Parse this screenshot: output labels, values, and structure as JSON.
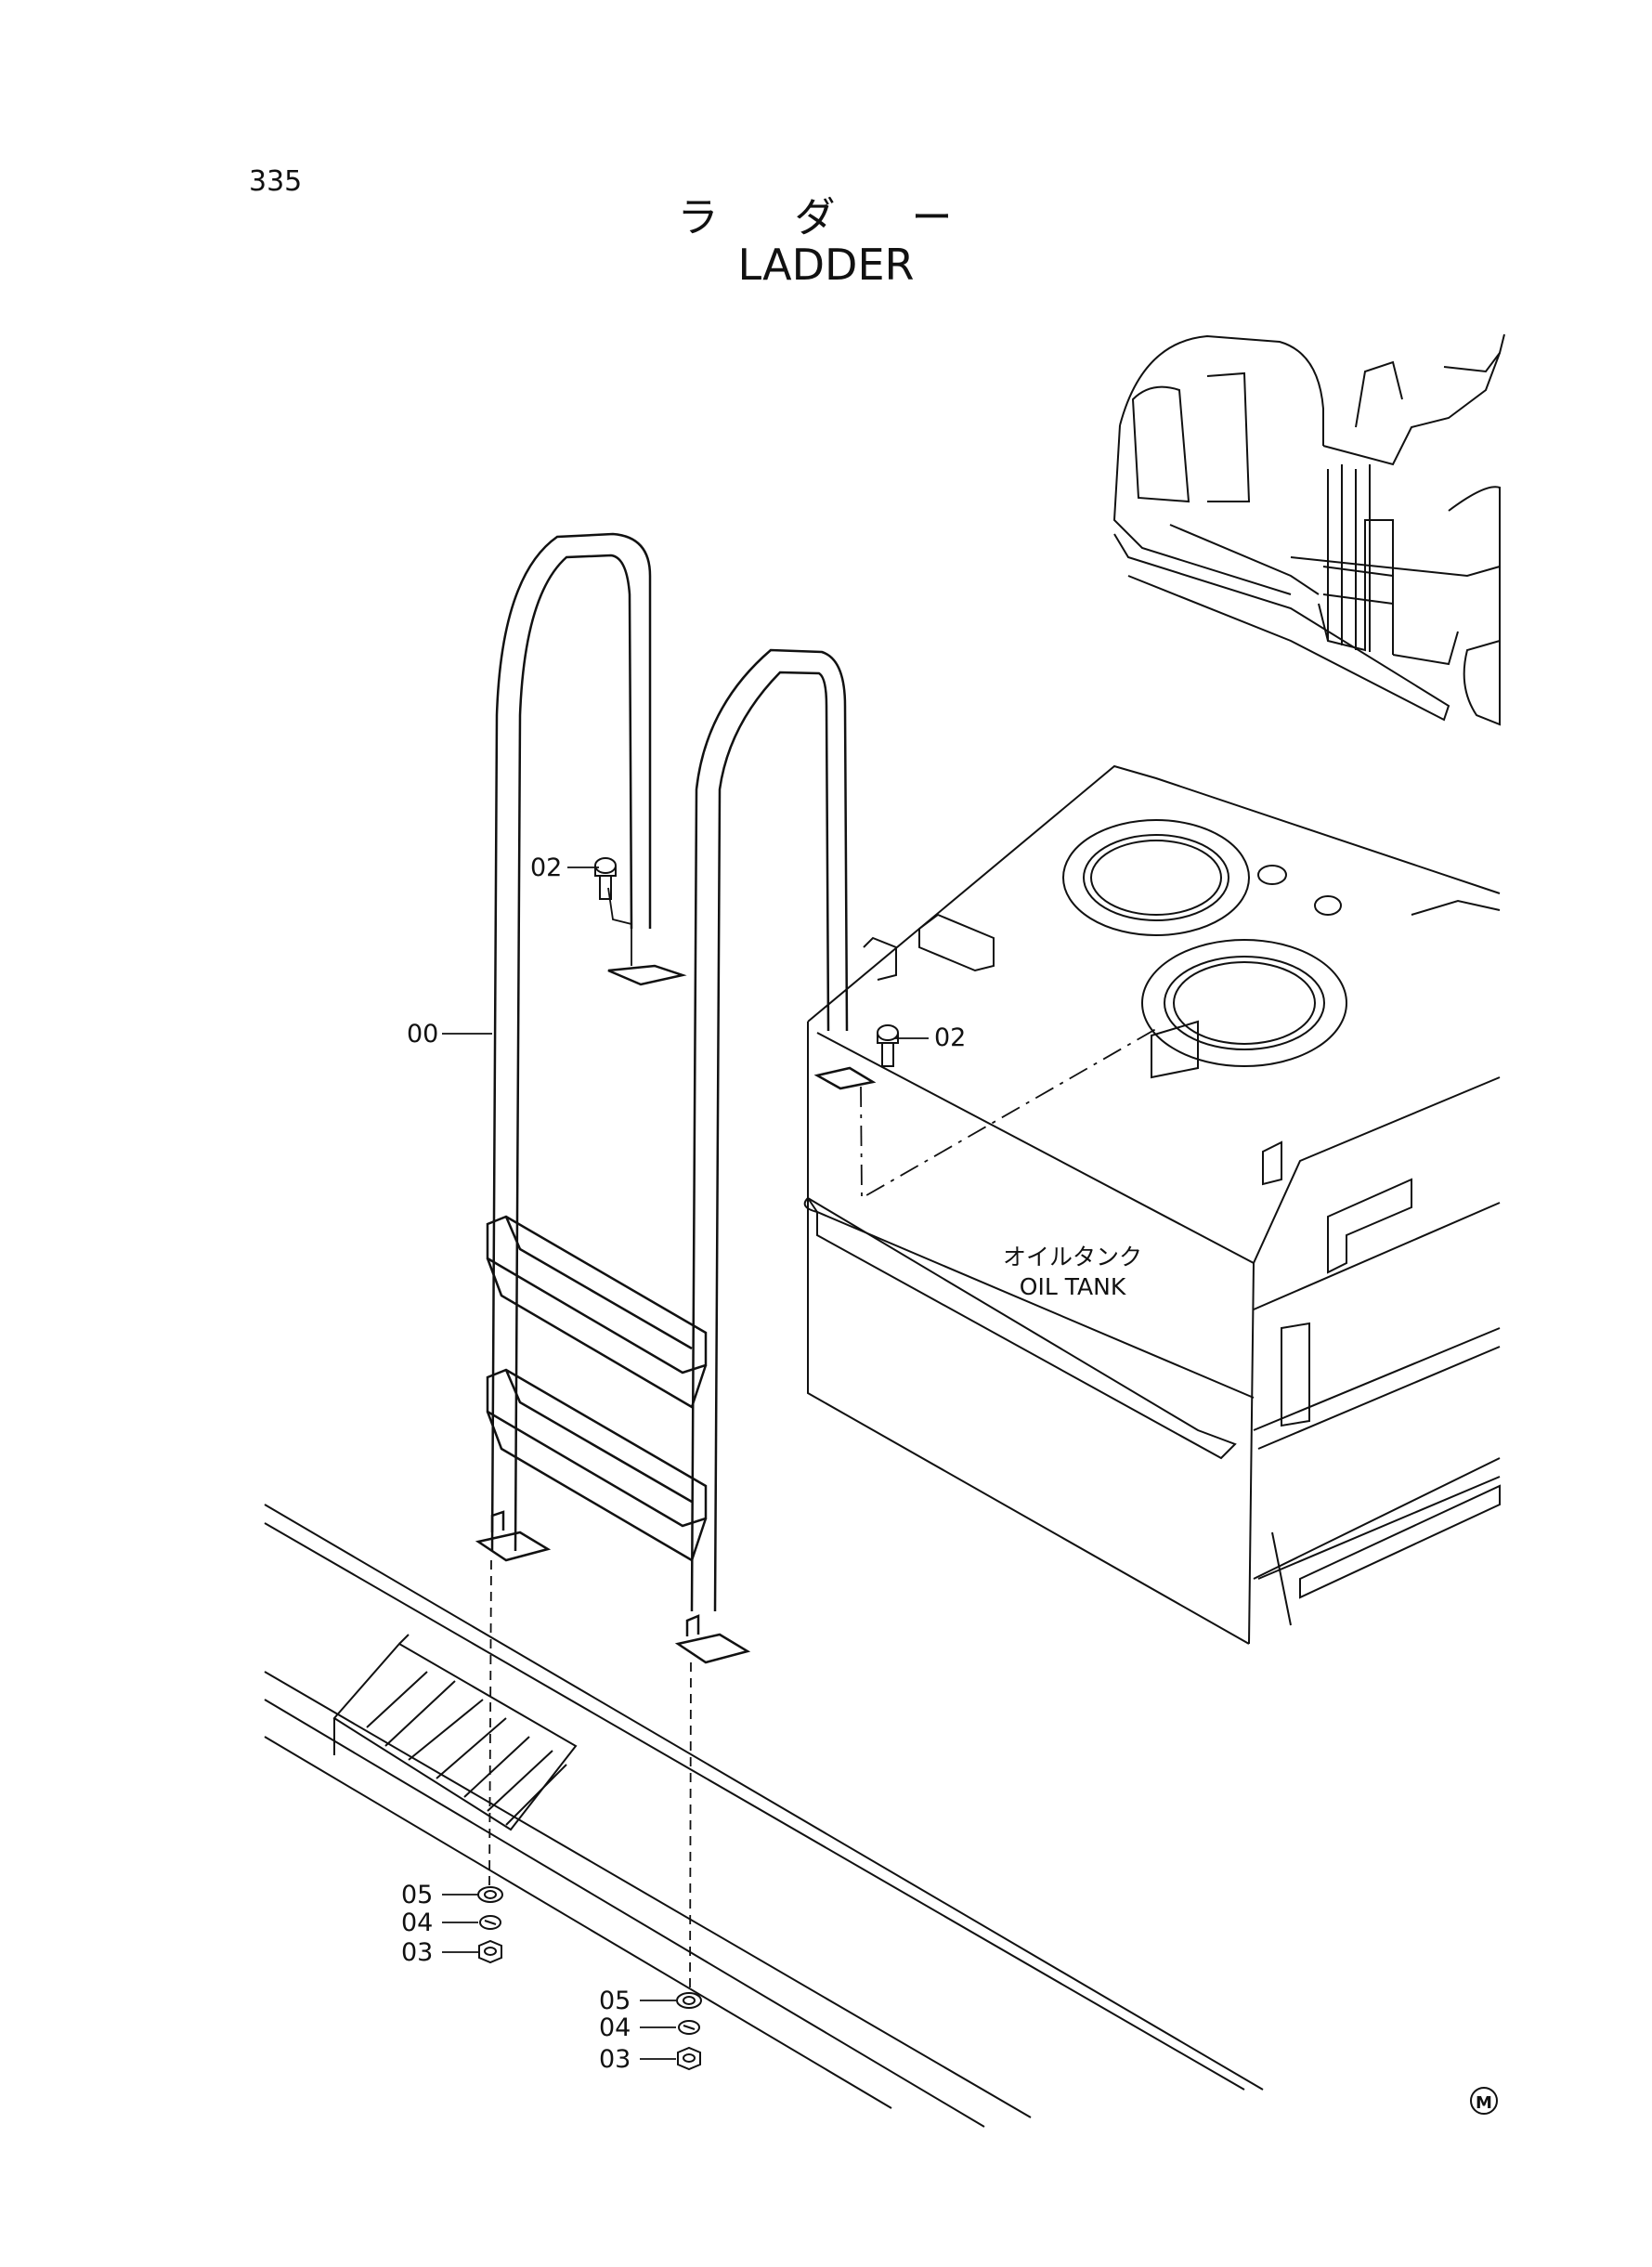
{
  "header": {
    "page_number": "335",
    "title_japanese": "ラ ダ ー",
    "title_english": "LADDER"
  },
  "callouts": {
    "ladder": "00",
    "bolt_left": "02",
    "bolt_right": "02",
    "washer_left": "05",
    "lock_washer_left": "04",
    "nut_left": "03",
    "washer_right": "05",
    "lock_washer_right": "04",
    "nut_right": "03"
  },
  "oil_tank": {
    "label_japanese": "オイルタンク",
    "label_english": "OIL TANK"
  },
  "corner_mark": "M"
}
